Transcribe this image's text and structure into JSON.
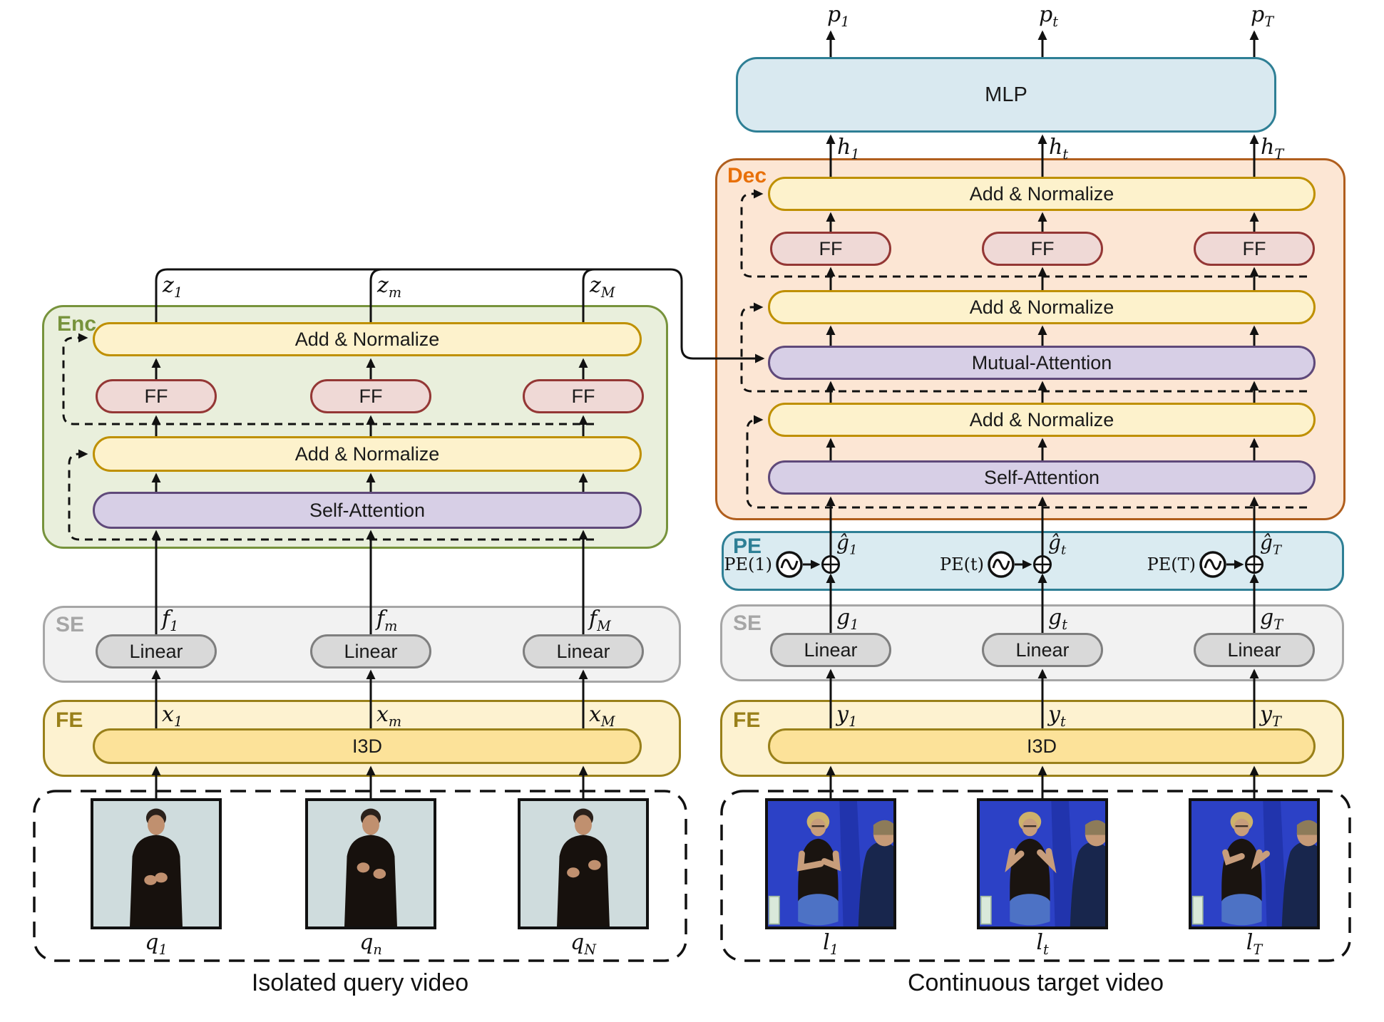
{
  "colors": {
    "line": "#111111",
    "encoder_fill": "#e9efdc",
    "encoder_border": "#77933c",
    "encoder_label": "#77933c",
    "decoder_fill": "#fce6d4",
    "decoder_border": "#b05e1d",
    "decoder_label": "#e8700a",
    "add_norm_fill": "#fdf2cc",
    "add_norm_border": "#bf9000",
    "ff_fill": "#efd9d6",
    "ff_border": "#943735",
    "attention_fill": "#d7cfe6",
    "attention_border": "#5f497a",
    "mlp_fill": "#d9e9f0",
    "mlp_border": "#2e7f95",
    "pe_fill": "#daebf1",
    "pe_border": "#2e7f95",
    "pe_label": "#2e7f95",
    "se_fill": "#f2f2f2",
    "se_border": "#a6a6a6",
    "se_label": "#a6a6a6",
    "linear_fill": "#d9d9d9",
    "linear_border": "#7f7f7f",
    "fe_fill": "#fdf2d0",
    "fe_border": "#99801a",
    "fe_label": "#99801a",
    "i3d_fill": "#fce299",
    "query_frame_bg": "#cfdcdd",
    "target_frame_bg": "#2c41c6"
  },
  "mlp": {
    "label": "MLP",
    "outputs": [
      {
        "base": "p",
        "sub": "1"
      },
      {
        "base": "p",
        "sub": "t"
      },
      {
        "base": "p",
        "sub": "T"
      }
    ],
    "hidden": [
      {
        "base": "h",
        "sub": "1"
      },
      {
        "base": "h",
        "sub": "t"
      },
      {
        "base": "h",
        "sub": "T"
      }
    ]
  },
  "decoder": {
    "label": "Dec",
    "rows": {
      "add_norm_top": "Add & Normalize",
      "ff": "FF",
      "add_norm_mid": "Add & Normalize",
      "mutual_attention": "Mutual-Attention",
      "add_norm_bottom": "Add & Normalize",
      "self_attention": "Self-Attention"
    }
  },
  "pe": {
    "label": "PE",
    "entries": [
      {
        "fn": "PE(1)",
        "out_base": "ĝ",
        "out_sub": "1"
      },
      {
        "fn": "PE(t)",
        "out_base": "ĝ",
        "out_sub": "t"
      },
      {
        "fn": "PE(T)",
        "out_base": "ĝ",
        "out_sub": "T"
      }
    ]
  },
  "encoder": {
    "label": "Enc",
    "rows": {
      "add_norm_top": "Add & Normalize",
      "ff": "FF",
      "add_norm_bottom": "Add & Normalize",
      "self_attention": "Self-Attention"
    },
    "outputs": [
      {
        "base": "z",
        "sub": "1"
      },
      {
        "base": "z",
        "sub": "m"
      },
      {
        "base": "z",
        "sub": "M"
      }
    ]
  },
  "se_left": {
    "label": "SE",
    "linear": "Linear",
    "features": [
      {
        "base": "f",
        "sub": "1"
      },
      {
        "base": "f",
        "sub": "m"
      },
      {
        "base": "f",
        "sub": "M"
      }
    ]
  },
  "fe_left": {
    "label": "FE",
    "i3d": "I3D",
    "features": [
      {
        "base": "x",
        "sub": "1"
      },
      {
        "base": "x",
        "sub": "m"
      },
      {
        "base": "x",
        "sub": "M"
      }
    ]
  },
  "se_right": {
    "label": "SE",
    "linear": "Linear",
    "features": [
      {
        "base": "g",
        "sub": "1"
      },
      {
        "base": "g",
        "sub": "t"
      },
      {
        "base": "g",
        "sub": "T"
      }
    ]
  },
  "fe_right": {
    "label": "FE",
    "i3d": "I3D",
    "features": [
      {
        "base": "y",
        "sub": "1"
      },
      {
        "base": "y",
        "sub": "t"
      },
      {
        "base": "y",
        "sub": "T"
      }
    ]
  },
  "query_video": {
    "caption": "Isolated query video",
    "frames": [
      {
        "base": "q",
        "sub": "1"
      },
      {
        "base": "q",
        "sub": "n"
      },
      {
        "base": "q",
        "sub": "N"
      }
    ]
  },
  "target_video": {
    "caption": "Continuous target video",
    "frames": [
      {
        "base": "l",
        "sub": "1"
      },
      {
        "base": "l",
        "sub": "t"
      },
      {
        "base": "l",
        "sub": "T"
      }
    ]
  }
}
